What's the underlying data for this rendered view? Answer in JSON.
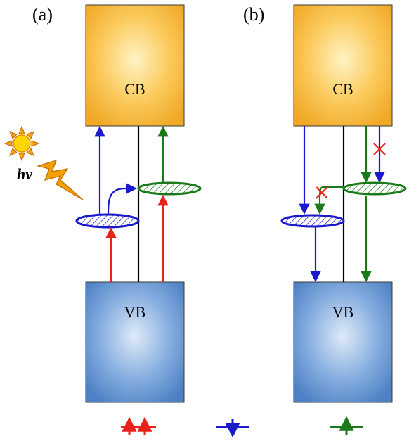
{
  "panels": {
    "a": {
      "label": "(a)",
      "cb_label": "CB",
      "vb_label": "VB",
      "hv_label": "hv"
    },
    "b": {
      "label": "(b)",
      "cb_label": "CB",
      "vb_label": "VB"
    }
  },
  "colors": {
    "cb_fill": "#f7b733",
    "vb_fill": "#5a8fd0",
    "red": "#e8221b",
    "blue": "#1a1acc",
    "green": "#1a7a1a",
    "x_mark": "#e8221b",
    "sun": "#ffd400",
    "bolt": "#f2a000"
  },
  "icons": {
    "sun": "sun-icon",
    "lightning": "lightning-icon",
    "spin_up_pair": "red-spin-up-arrows-icon",
    "spin_down": "blue-spin-down-arrow-icon",
    "spin_up": "green-spin-up-arrow-icon",
    "forbidden": "red-x-mark-icon"
  }
}
